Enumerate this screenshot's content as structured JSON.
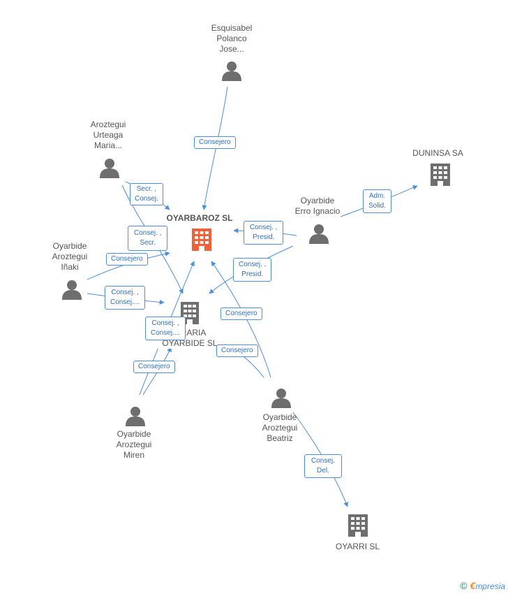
{
  "colors": {
    "edge": "#4a8fdc",
    "person": "#6e6e6e",
    "building": "#6e6e6e",
    "focus_building": "#f0613a"
  },
  "nodes": {
    "oyarbaroz": {
      "label": "OYARBAROZ SL",
      "icon": "building-icon",
      "focus": true
    },
    "inmobiliaria": {
      "label": "...RARIA\nOYARBIDE SL",
      "icon": "building-icon"
    },
    "duninsa": {
      "label": "DUNINSA SA",
      "icon": "building-icon"
    },
    "oyarri": {
      "label": "OYARRI SL",
      "icon": "building-icon"
    },
    "esquisabel": {
      "label": "Esquisabel\nPolanco\nJose...",
      "icon": "person-icon"
    },
    "aroztegui_urteaga": {
      "label": "Aroztegui\nUrteaga\nMaria...",
      "icon": "person-icon"
    },
    "erro": {
      "label": "Oyarbide\nErro Ignacio",
      "icon": "person-icon"
    },
    "inaki": {
      "label": "Oyarbide\nAroztegui\nIñaki",
      "icon": "person-icon"
    },
    "miren": {
      "label": "Oyarbide\nAroztegui\nMiren",
      "icon": "person-icon"
    },
    "beatriz": {
      "label": "Oyarbide\nAroztegui\nBeatriz",
      "icon": "person-icon"
    }
  },
  "edges": {
    "esq_oya": "Consejero",
    "aru_oya": "Secr. ,\nConsej.",
    "aru_inm": "Consej. ,\nSecr.",
    "ina_oya": "Consejero",
    "ina_inm": "Consej. ,\nConsej....",
    "erro_oya": "Consej. ,\nPresid.",
    "erro_inm": "Consej. ,\nPresid.",
    "erro_dun": "Adm.\nSolid.",
    "mir_oya": "Consej. ,\nConsej....",
    "mir_inm": "Consejero",
    "bea_oya": "Consejero",
    "bea_inm": "Consejero",
    "bea_oyr": "Consej.\nDel."
  },
  "copyright": {
    "symbol": "©",
    "brand_initial": "€",
    "brand_rest": "mpresia"
  }
}
